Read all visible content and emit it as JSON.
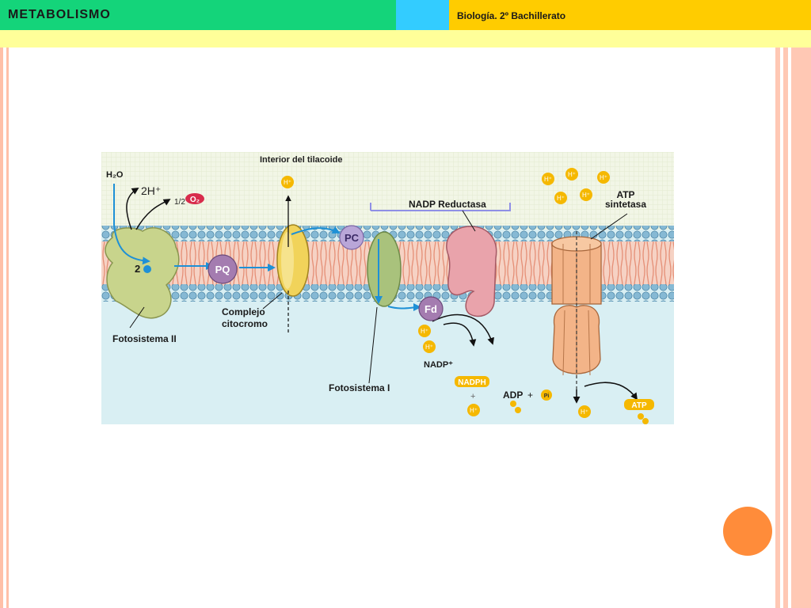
{
  "header": {
    "title": "METABOLISMO",
    "subtitle": "Biología. 2º Bachillerato"
  },
  "diagram": {
    "interior_label": "Interior del tilacoide",
    "h2o": "H₂O",
    "two_h_plus": "2H⁺",
    "half": "1/2",
    "o2": "O₂",
    "h_plus": "H⁺",
    "two_chl": "2",
    "pq": "PQ",
    "pc": "PC",
    "fd": "Fd",
    "fotosistema_ii": "Fotosistema II",
    "complejo_line1": "Complejo",
    "complejo_line2": "citocromo",
    "fotosistema_i": "Fotosistema I",
    "nadp_reductasa": "NADP Reductasa",
    "atp_sintetasa_line1": "ATP",
    "atp_sintetasa_line2": "sintetasa",
    "nadp_plus": "NADP⁺",
    "plus": "+",
    "nadph": "NADPH",
    "adp": "ADP",
    "pi": "Pi",
    "atp": "ATP"
  },
  "colors": {
    "header_green": "#14d47a",
    "header_blue": "#33ccff",
    "header_yellow": "#ffcc00",
    "band": "#ffff99",
    "accent_dot": "#ff8c3a",
    "stroma": "#d8eef2",
    "membrane_head": "#7fb3cf",
    "membrane_tail": "#f4b8a4",
    "electron_flow": "#1e90d6",
    "h_ion": "#f5b800"
  }
}
